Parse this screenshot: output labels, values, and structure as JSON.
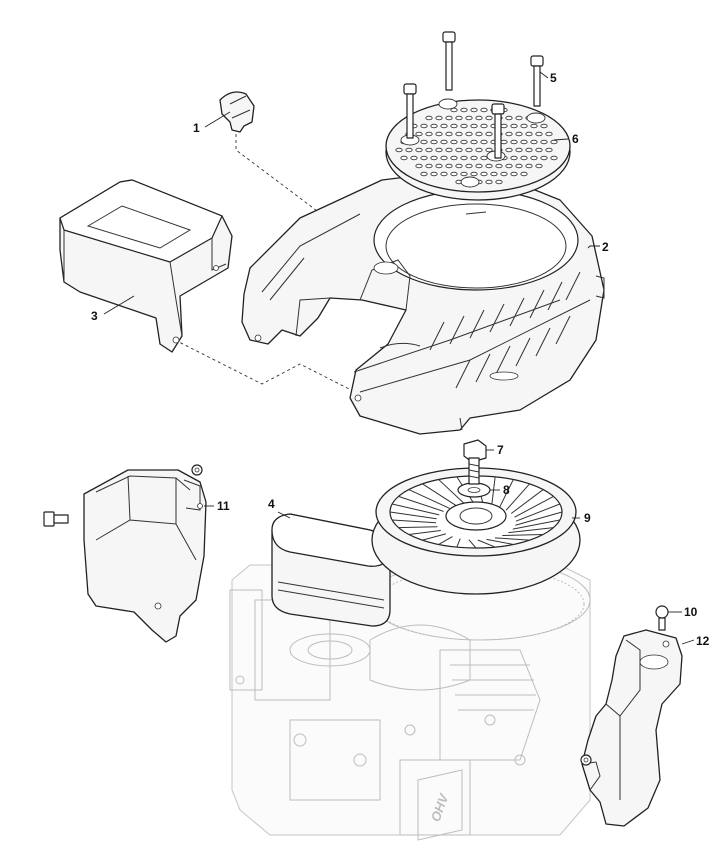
{
  "callouts": [
    {
      "id": "1",
      "text": "1"
    },
    {
      "id": "2",
      "text": "2"
    },
    {
      "id": "3",
      "text": "3"
    },
    {
      "id": "4",
      "text": "4"
    },
    {
      "id": "5",
      "text": "5"
    },
    {
      "id": "6",
      "text": "6"
    },
    {
      "id": "7",
      "text": "7"
    },
    {
      "id": "8",
      "text": "8"
    },
    {
      "id": "9",
      "text": "9"
    },
    {
      "id": "10",
      "text": "10"
    },
    {
      "id": "11",
      "text": "11"
    },
    {
      "id": "12",
      "text": "12"
    }
  ],
  "engine_marking": "OHV",
  "colors": {
    "line": "#222222",
    "ghost": "#bdbdbd",
    "fill": "#f6f6f6",
    "background": "#ffffff"
  }
}
